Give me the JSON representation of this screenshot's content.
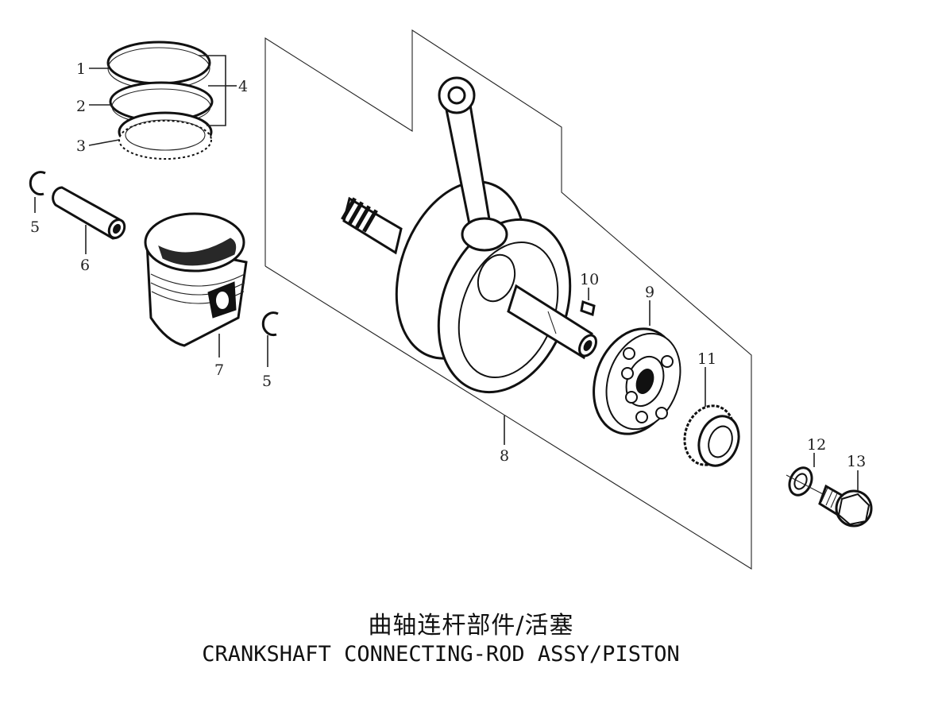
{
  "title_cn": "曲轴连杆部件/活塞",
  "title_en": "CRANKSHAFT CONNECTING-ROD ASSY/PISTON",
  "callouts": {
    "c1": "1",
    "c2": "2",
    "c3": "3",
    "c4": "4",
    "c5a": "5",
    "c5b": "5",
    "c6": "6",
    "c7": "7",
    "c8": "8",
    "c9": "9",
    "c10": "10",
    "c11": "11",
    "c12": "12",
    "c13": "13"
  }
}
